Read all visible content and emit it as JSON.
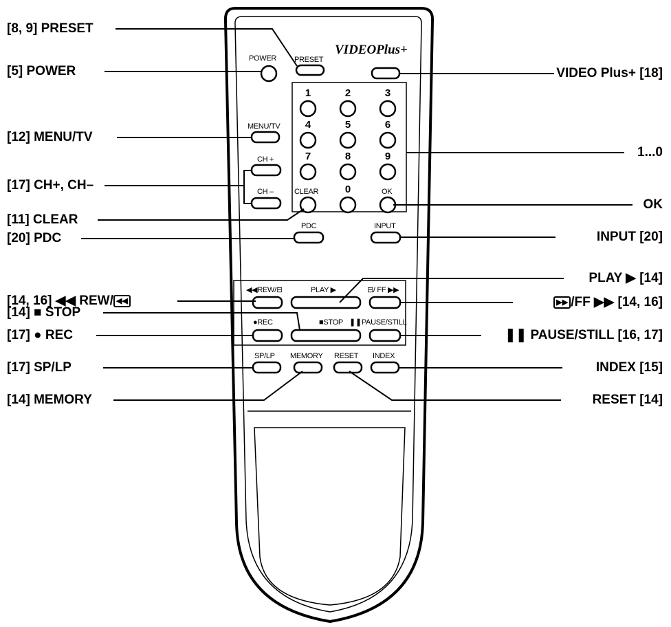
{
  "remote": {
    "brand": "VIDEOPlus+",
    "buttons": {
      "power": "POWER",
      "preset": "PRESET",
      "menu_tv": "MENU/TV",
      "ch_plus": "CH +",
      "ch_minus": "CH –",
      "clear": "CLEAR",
      "zero": "0",
      "ok": "OK",
      "pdc": "PDC",
      "input": "INPUT",
      "rew": "◀◀REW/⊟",
      "play": "PLAY ▶",
      "ff": "⊟/ FF ▶▶",
      "rec": "●REC",
      "stop": "■STOP",
      "pause_still": "❚❚PAUSE/STILL",
      "sp_lp": "SP/LP",
      "memory": "MEMORY",
      "reset": "RESET",
      "index": "INDEX"
    },
    "digits": [
      "1",
      "2",
      "3",
      "4",
      "5",
      "6",
      "7",
      "8",
      "9"
    ]
  },
  "callouts": {
    "left": {
      "preset": "[8, 9] PRESET",
      "power": "[5] POWER",
      "menu_tv": "[12] MENU/TV",
      "ch": "[17] CH+, CH–",
      "clear": "[11] CLEAR",
      "pdc": "[20] PDC",
      "rew_prefix": "[14, 16]",
      "rew_text": "REW/",
      "stop_prefix": "[14]",
      "stop_text": "STOP",
      "rec_prefix": "[17]",
      "rec_text": "REC",
      "sp_lp": "[17] SP/LP",
      "memory": "[14] MEMORY"
    },
    "right": {
      "video_plus": "VIDEO Plus+ [18]",
      "digits": "1...0",
      "ok": "OK",
      "input": "INPUT [20]",
      "play_text": "PLAY",
      "play_suffix": "[14]",
      "ff_text": "/FF",
      "ff_suffix": "[14, 16]",
      "pause_text": "PAUSE/STILL [16, 17]",
      "index": "INDEX [15]",
      "reset": "RESET [14]"
    }
  }
}
